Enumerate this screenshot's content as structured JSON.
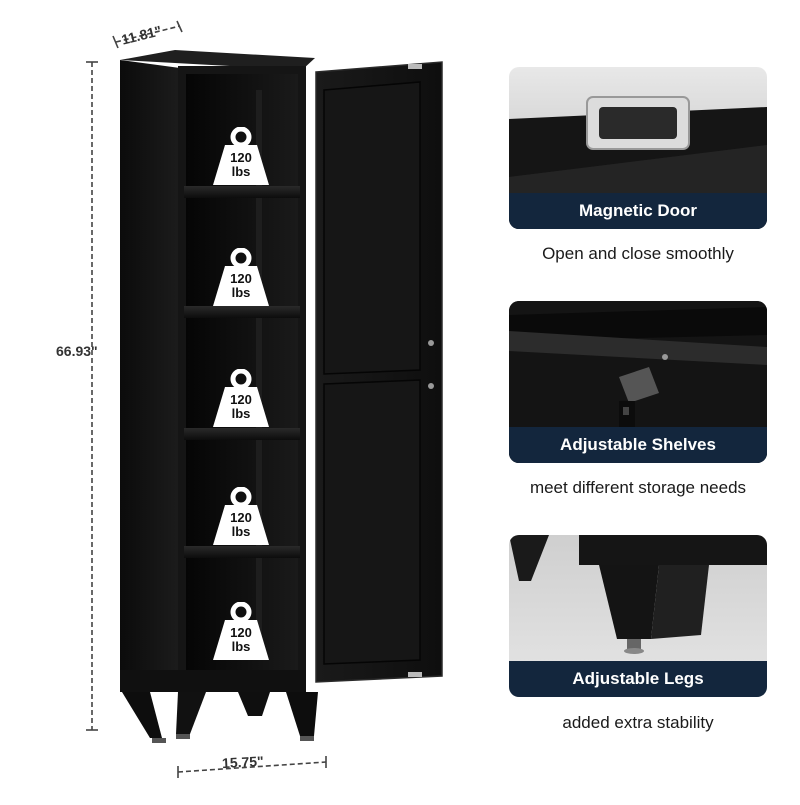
{
  "dimensions": {
    "depth": "11.81\"",
    "height": "66.93\"",
    "width": "15.75\""
  },
  "shelf_load": [
    {
      "weight": "120",
      "unit": "lbs"
    },
    {
      "weight": "120",
      "unit": "lbs"
    },
    {
      "weight": "120",
      "unit": "lbs"
    },
    {
      "weight": "120",
      "unit": "lbs"
    },
    {
      "weight": "120",
      "unit": "lbs"
    }
  ],
  "features": [
    {
      "title": "Magnetic Door",
      "caption": "Open and close smoothly",
      "icon": "magnetic-door-handle"
    },
    {
      "title": "Adjustable Shelves",
      "caption": "meet different storage needs",
      "icon": "shelf-bracket"
    },
    {
      "title": "Adjustable Legs",
      "caption": "added extra stability",
      "icon": "cabinet-leg"
    }
  ],
  "colors": {
    "cabinet": "#141414",
    "band": "#13263d",
    "badge": "#ffffff"
  }
}
